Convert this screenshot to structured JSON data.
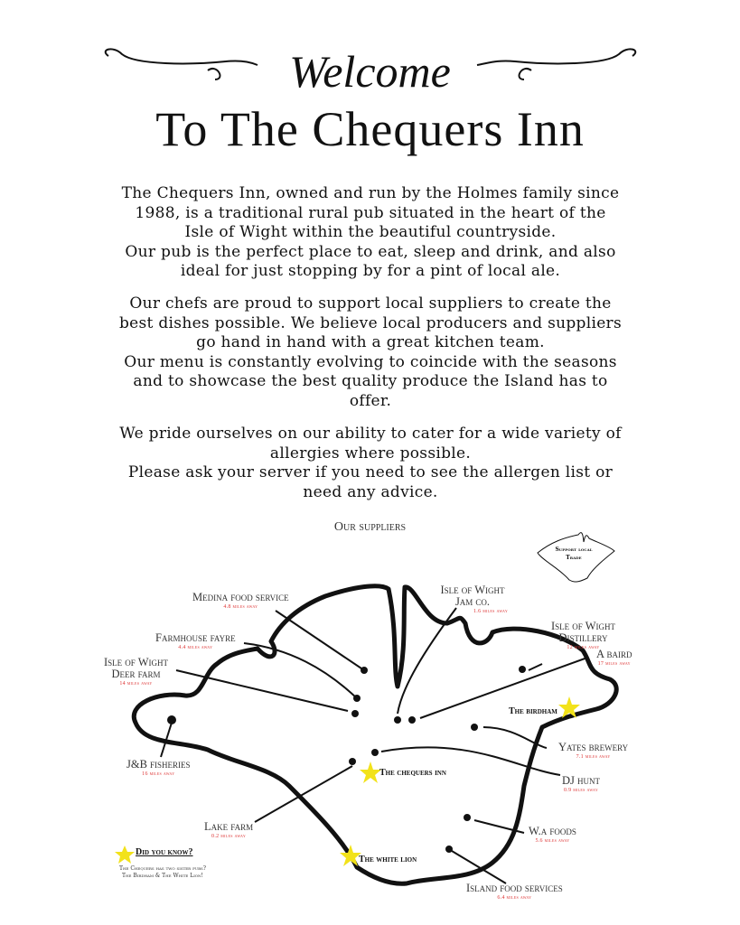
{
  "header": {
    "welcome": "Welcome",
    "title": "To The Chequers Inn"
  },
  "intro": {
    "p1": [
      "The Chequers Inn, owned and run by the Holmes family since",
      "1988, is a traditional rural pub situated in the heart of the",
      "Isle of Wight within the beautiful countryside.",
      "Our pub is the perfect place to eat, sleep and drink, and also",
      "ideal for just stopping by for a pint of local ale."
    ],
    "p2": [
      "Our chefs are proud to support local suppliers to create the",
      "best dishes possible. We believe local producers and suppliers",
      "go hand in hand with a great kitchen team.",
      "Our menu is constantly evolving to coincide with the seasons",
      "and to showcase the best quality produce the Island has to",
      "offer."
    ],
    "p3": [
      "We pride ourselves on our ability to cater for a wide variety of",
      "allergies where possible.",
      "Please ask your server if you need to see the allergen list or",
      "need any advice."
    ]
  },
  "map": {
    "heading": "Our suppliers",
    "badge": [
      "Support local",
      "Trade"
    ],
    "suppliers": [
      {
        "name": [
          "Medina food service"
        ],
        "distance": "4.8 miles away"
      },
      {
        "name": [
          "Farmhouse fayre"
        ],
        "distance": "4.4 miles away"
      },
      {
        "name": [
          "Isle of Wight",
          "Deer farm"
        ],
        "distance": "14 miles away"
      },
      {
        "name": [
          "Isle of Wight",
          "Jam co."
        ],
        "distance": "1.6 miles away"
      },
      {
        "name": [
          "Isle of Wight",
          "Distillery"
        ],
        "distance": "12 miles away"
      },
      {
        "name": [
          "A baird"
        ],
        "distance": "17 miles away"
      },
      {
        "name": [
          "Yates brewery"
        ],
        "distance": "7.1 miles away"
      },
      {
        "name": [
          "DJ hunt"
        ],
        "distance": "0.9 miles away"
      },
      {
        "name": [
          "W.a foods"
        ],
        "distance": "5.6 miles away"
      },
      {
        "name": [
          "Island food services"
        ],
        "distance": "6.4 miles away"
      },
      {
        "name": [
          "J&B fisheries"
        ],
        "distance": "16 miles away"
      },
      {
        "name": [
          "Lake farm"
        ],
        "distance": "0.2 miles away"
      }
    ],
    "pubs": [
      "The birdham",
      "The chequers inn",
      "The white lion"
    ],
    "did_you_know": {
      "title": "Did you know?",
      "text": [
        "The Chequers has two sister pubs?",
        "The Birdham & The White Lion!"
      ]
    },
    "colors": {
      "star": "#f2e21a",
      "distance": "#dd3333"
    }
  }
}
